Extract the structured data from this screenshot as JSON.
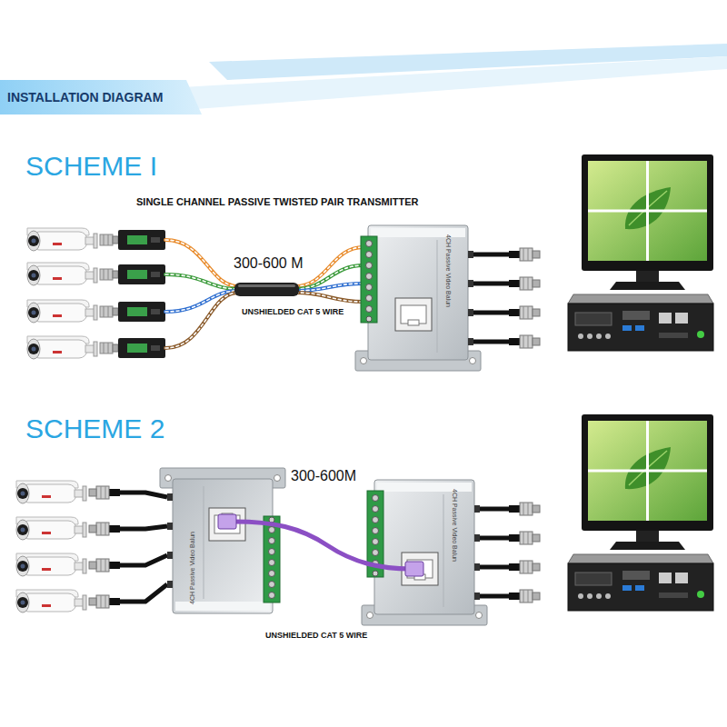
{
  "diagram": {
    "title": "INSTALLATION DIAGRAM",
    "labels": [
      "SCHEME I",
      "SINGLE CHANNEL PASSIVE TWISTED PAIR TRANSMITTER",
      "300-600 M",
      "UNSHIELDED CAT 5 WIRE",
      "4CH Passive Video Balun",
      "SCHEME 2",
      "4CH Passive Video Balun",
      "300-600M",
      "4CH Passive Video Balun",
      "UNSHIELDED CAT 5 WIRE"
    ]
  }
}
